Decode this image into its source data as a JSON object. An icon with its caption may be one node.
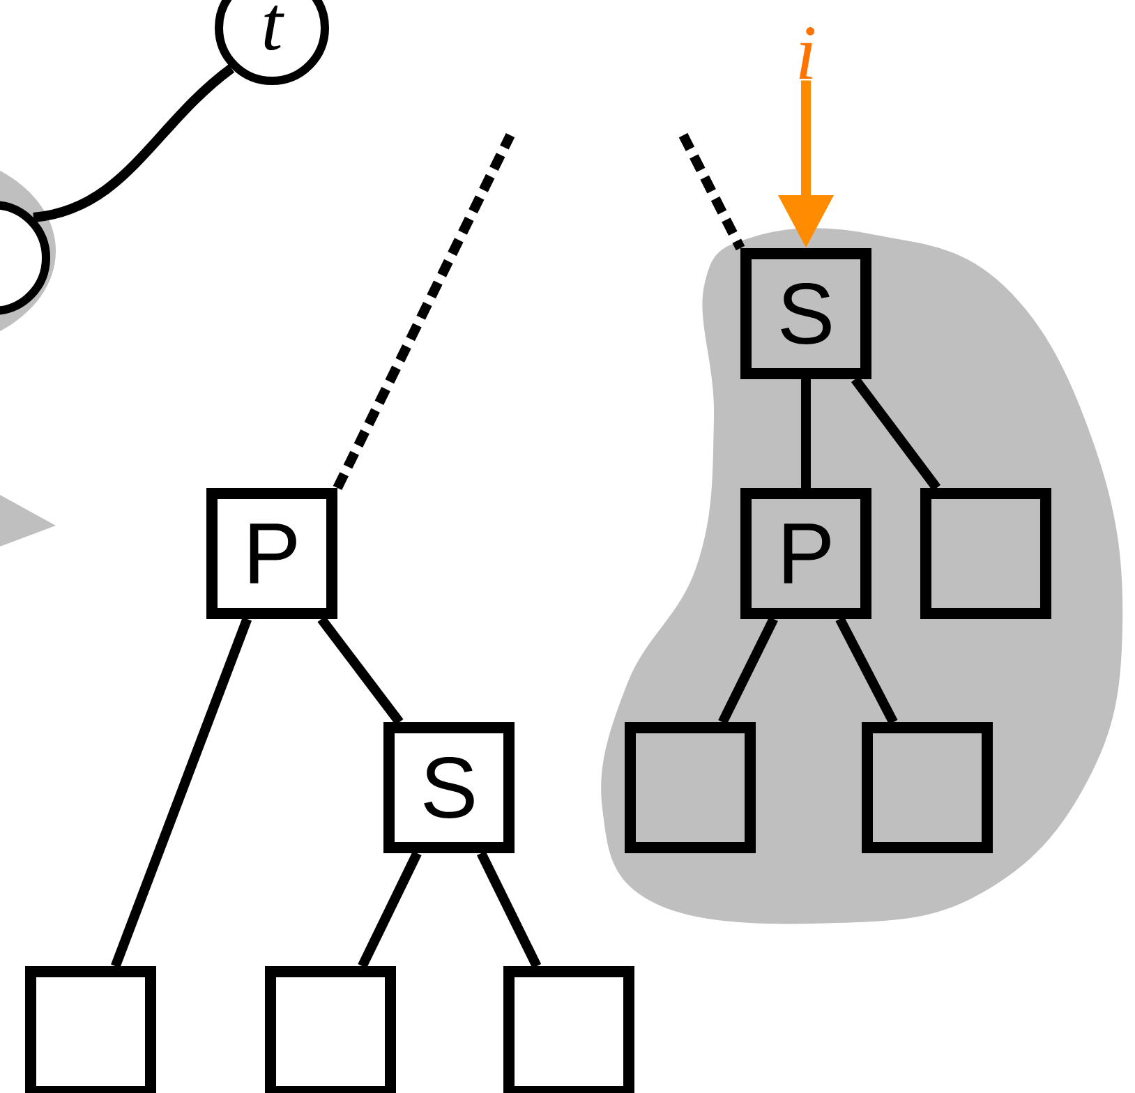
{
  "diagram": {
    "nodes": [
      {
        "text": [
          "t"
        ]
      },
      {
        "text": [],
        "shape": "circle"
      },
      {
        "text": [
          "P"
        ]
      },
      {
        "text": [
          "S"
        ]
      },
      {
        "text": [],
        "shape": "box"
      },
      {
        "text": [],
        "shape": "box"
      },
      {
        "text": [],
        "shape": "box"
      },
      {
        "text": [],
        "shape": "cloud"
      },
      {
        "text": [
          "S"
        ],
        "in": 7
      },
      {
        "text": [
          "P"
        ],
        "in": 7
      },
      {
        "text": [],
        "shape": "box",
        "in": 7
      },
      {
        "text": [],
        "shape": "box",
        "in": 7
      },
      {
        "text": [],
        "shape": "box",
        "in": 7
      },
      {
        "text": [
          "i"
        ]
      }
    ],
    "edges": [
      {
        "from": 0,
        "to": 1,
        "arrow": "none"
      },
      {
        "from": 2,
        "to": null,
        "arrow": "none",
        "style": "dashed"
      },
      {
        "from": null,
        "to": 8,
        "arrow": "none",
        "style": "dashed"
      },
      {
        "from": 2,
        "to": 3,
        "arrow": "none"
      },
      {
        "from": 2,
        "to": 4,
        "arrow": "none"
      },
      {
        "from": 3,
        "to": 5,
        "arrow": "none"
      },
      {
        "from": 3,
        "to": 6,
        "arrow": "none"
      },
      {
        "from": 8,
        "to": 9,
        "arrow": "none"
      },
      {
        "from": 8,
        "to": 10,
        "arrow": "none"
      },
      {
        "from": 9,
        "to": 11,
        "arrow": "none"
      },
      {
        "from": 9,
        "to": 12,
        "arrow": "none"
      },
      {
        "from": 13,
        "to": 8,
        "arrow": "to",
        "color": "#ff8c00"
      }
    ]
  }
}
